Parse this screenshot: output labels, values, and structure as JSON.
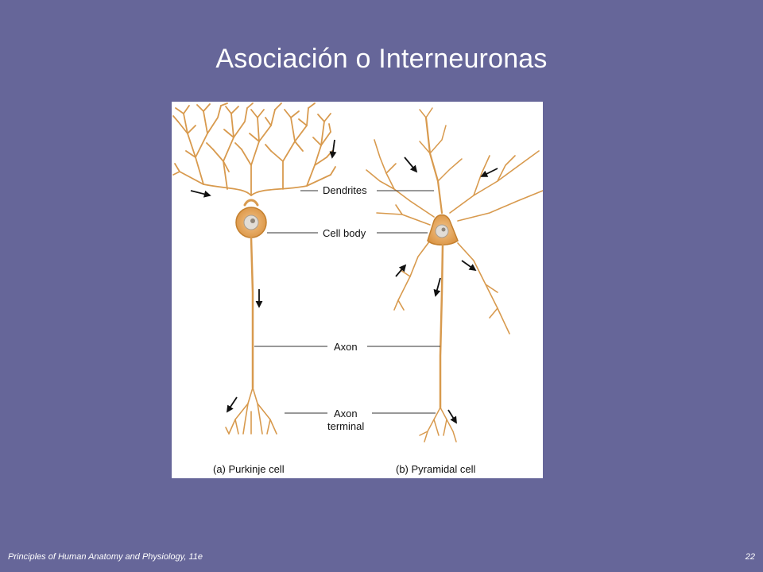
{
  "slide": {
    "title": "Asociación o Interneuronas",
    "footer_left": "Principles of Human Anatomy and Physiology, 11e",
    "page_number": "22"
  },
  "figure": {
    "labels": {
      "dendrites": "Dendrites",
      "cell_body": "Cell body",
      "axon": "Axon",
      "axon_terminal_1": "Axon",
      "axon_terminal_2": "terminal"
    },
    "captions": {
      "purkinje": "(a) Purkinje cell",
      "pyramidal": "(b) Pyramidal cell"
    },
    "colors": {
      "background": "#666699",
      "neuron_fill": "#e8a85a",
      "neuron_stroke": "#c98a3c",
      "nucleus": "#d9d3cc"
    }
  }
}
